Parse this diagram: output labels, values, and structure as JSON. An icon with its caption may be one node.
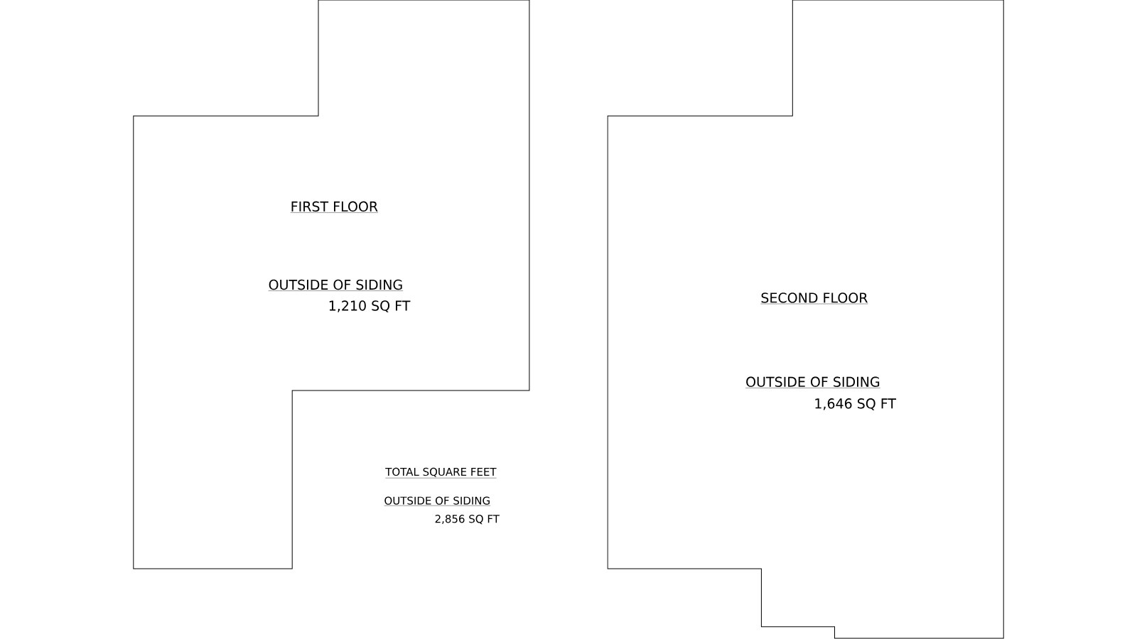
{
  "diagram": {
    "nodes": [
      {
        "text": [
          "FIRST FLOOR",
          "OUTSIDE OF SIDING",
          "1,210 SQ FT"
        ]
      },
      {
        "text": [
          "SECOND FLOOR",
          "OUTSIDE OF SIDING",
          "1,646 SQ FT"
        ]
      }
    ],
    "edges": [],
    "labels": [
      "TOTAL SQUARE FEET",
      "OUTSIDE OF SIDING",
      "2,856 SQ FT"
    ]
  }
}
